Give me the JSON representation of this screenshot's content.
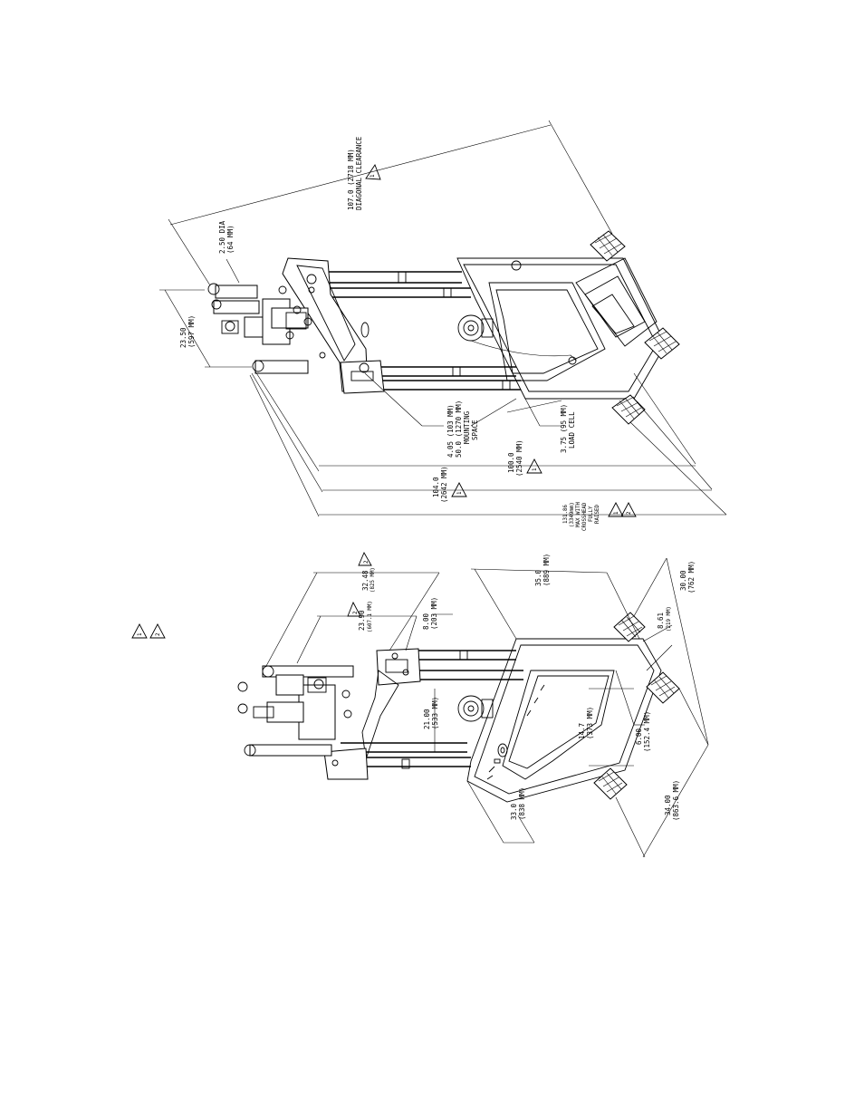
{
  "upper_view": {
    "diagonal": {
      "line1": "107.0 (2718 MM)",
      "line2": "DIAGONAL CLEARANCE",
      "note": "1"
    },
    "rod_dia": {
      "line1": "2.50 DIA",
      "line2": "(64 MM)"
    },
    "rod_spacing": {
      "line1": "23.50",
      "line2": "(597 MM)"
    },
    "mounting": {
      "line1": "4.05 (103 MM)",
      "line2": "50.0 (1270 MM)",
      "line3": "MOUNTING",
      "line4": "SPACE"
    },
    "load_cell": {
      "line1": "3.75 (95 MM)",
      "line2": "LOAD CELL"
    },
    "h100": {
      "line1": "100.0",
      "line2": "(2540 MM)",
      "note": "1"
    },
    "h104": {
      "line1": "104.0",
      "line2": "(2642 MM)",
      "note": "1"
    },
    "h131": {
      "line1": "131.86",
      "line2": "(3349mm)",
      "line3": "MAX WITH",
      "line4": "CROSSHEAD",
      "line5": "FULLY",
      "line6": "RAISED",
      "notes": [
        "1",
        "2"
      ]
    }
  },
  "lower_view": {
    "w3248": {
      "line1": "32.48",
      "line2": "(825 MM)",
      "note": "2"
    },
    "w2390": {
      "line1": "23.90",
      "line2": "(607.1 MM)",
      "note": "2"
    },
    "d800": {
      "line1": "8.00",
      "line2": "(203 MM)"
    },
    "w2100": {
      "line1": "21.00",
      "line2": "(533 MM)"
    },
    "w350": {
      "line1": "35.0",
      "line2": "(889 MM)"
    },
    "d3000": {
      "line1": "30.00",
      "line2": "(762 MM)"
    },
    "d861": {
      "line1": "8.61",
      "line2": "(219 MM)"
    },
    "d147": {
      "line1": "14.7",
      "line2": "(373 MM)"
    },
    "d600": {
      "line1": "6.00",
      "line2": "(152.4 MM)"
    },
    "w3400": {
      "line1": "34.00",
      "line2": "(863.6 MM)"
    },
    "w330": {
      "line1": "33.0",
      "line2": "(838 MM)"
    }
  },
  "legend": {
    "notes": [
      "1",
      "2"
    ]
  }
}
